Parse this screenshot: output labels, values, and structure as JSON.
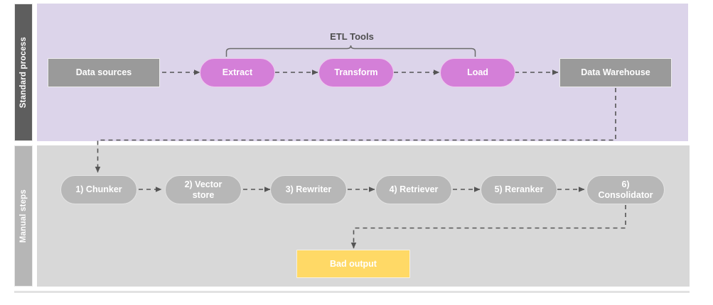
{
  "diagram": {
    "lanes": [
      {
        "id": "standard-process",
        "label": "Standard process"
      },
      {
        "id": "manual-steps",
        "label": "Manual steps"
      }
    ],
    "annotations": {
      "etl_tools": "ETL Tools"
    },
    "standard_process": {
      "source": {
        "label": "Data sources"
      },
      "etl_steps": [
        {
          "label": "Extract"
        },
        {
          "label": "Transform"
        },
        {
          "label": "Load"
        }
      ],
      "sink": {
        "label": "Data Warehouse"
      }
    },
    "manual_steps": {
      "steps": [
        {
          "label": "1) Chunker"
        },
        {
          "label": "2) Vector store"
        },
        {
          "label": "3) Rewriter"
        },
        {
          "label": "4) Retriever"
        },
        {
          "label": "5) Reranker"
        },
        {
          "label": "6) Consolidator"
        }
      ],
      "outcome": {
        "label": "Bad output"
      }
    },
    "colors": {
      "lane_standard_bg": "#dcd4ea",
      "lane_standard_label_bg": "#5e5e5e",
      "lane_manual_bg": "#d8d8d8",
      "lane_manual_label_bg": "#b6b6b6",
      "etl_node": "#d47fd8",
      "gray_node": "#9a9a9a",
      "step_node": "#b7b7b7",
      "warning_node": "#ffd966",
      "connector": "#666666",
      "text_on_node": "#ffffff",
      "annotation_text": "#4d4d4d"
    }
  }
}
